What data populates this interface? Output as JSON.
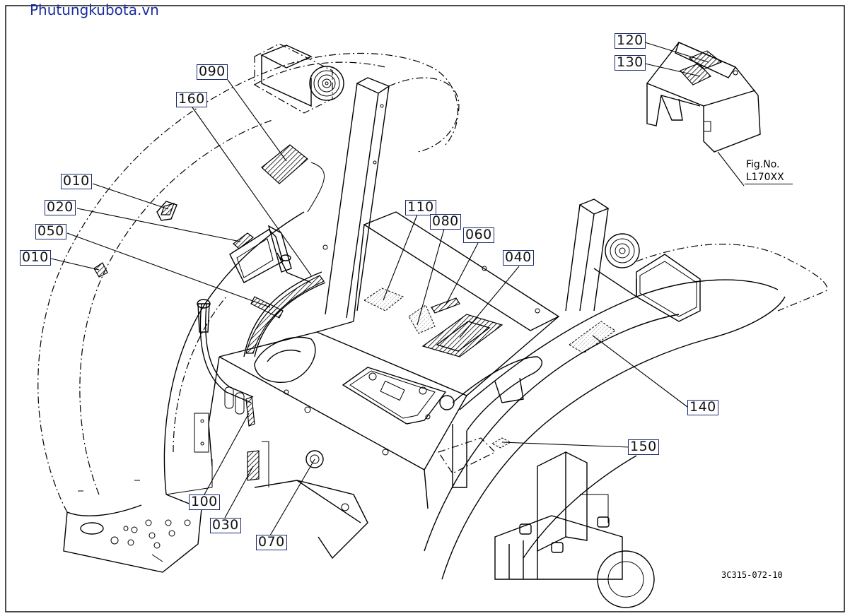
{
  "watermark": "Phutungkubota.vn",
  "figure": {
    "label": "Fig.No.",
    "id": "L170XX"
  },
  "drawing_id": "3C315-072-10",
  "callouts": [
    {
      "key": "c120",
      "text": "120"
    },
    {
      "key": "c130",
      "text": "130"
    },
    {
      "key": "c090",
      "text": "090"
    },
    {
      "key": "c160",
      "text": "160"
    },
    {
      "key": "c010a",
      "text": "010"
    },
    {
      "key": "c020",
      "text": "020"
    },
    {
      "key": "c050",
      "text": "050"
    },
    {
      "key": "c010b",
      "text": "010"
    },
    {
      "key": "c110",
      "text": "110"
    },
    {
      "key": "c080",
      "text": "080"
    },
    {
      "key": "c060",
      "text": "060"
    },
    {
      "key": "c040",
      "text": "040"
    },
    {
      "key": "c140",
      "text": "140"
    },
    {
      "key": "c150",
      "text": "150"
    },
    {
      "key": "c100",
      "text": "100"
    },
    {
      "key": "c030",
      "text": "030"
    },
    {
      "key": "c070",
      "text": "070"
    }
  ]
}
